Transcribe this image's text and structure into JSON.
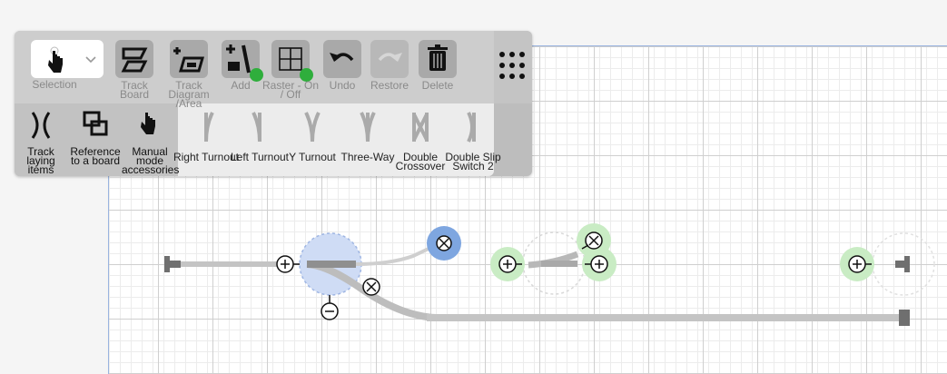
{
  "toolbar": {
    "selection_label": "Selection",
    "tools": [
      {
        "name": "track-board",
        "label": "Track Board"
      },
      {
        "name": "track-diagram-area",
        "label": "Track Diagram /Area"
      },
      {
        "name": "add",
        "label": "Add"
      },
      {
        "name": "raster",
        "label": "Raster - On / Off"
      },
      {
        "name": "undo",
        "label": "Undo"
      },
      {
        "name": "restore",
        "label": "Restore"
      },
      {
        "name": "delete",
        "label": "Delete"
      }
    ],
    "lower_tools": [
      {
        "name": "track-laying-items",
        "label": "Track laying items"
      },
      {
        "name": "reference-to-a-board",
        "label": "Reference to a board"
      },
      {
        "name": "manual-mode-accessories",
        "label": "Manual mode accessories"
      }
    ],
    "switches": [
      {
        "name": "right-turnout",
        "label": "Right Turnout"
      },
      {
        "name": "left-turnout",
        "label": "Left Turnout"
      },
      {
        "name": "y-turnout",
        "label": "Y Turnout"
      },
      {
        "name": "three-way",
        "label": "Three-Way"
      },
      {
        "name": "double-crossover",
        "label": "Double Crossover"
      },
      {
        "name": "double-slip-switch-2",
        "label": "Double Slip Switch 2"
      }
    ]
  },
  "icons": {
    "selection": "hand-pointer-icon",
    "dropdown": "chevron-down-icon",
    "grip": "dots-grid-icon",
    "add_connector": "plus-circle-icon",
    "rotate": "rotate-circle-icon"
  },
  "colors": {
    "accent_blue": "#7ea6e0",
    "selected_blue": "#cfdcf5",
    "green_handle": "#c9ecc4",
    "check_green": "#2fae3c",
    "track_gray": "#bdbdbd"
  }
}
